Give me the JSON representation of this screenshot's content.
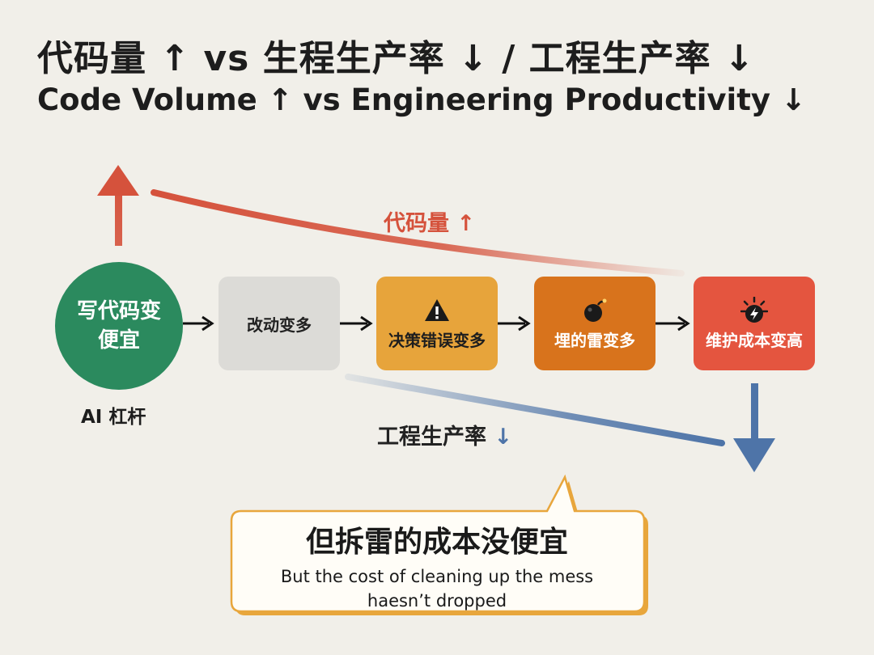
{
  "title": {
    "zh": "代码量 ↑ vs 生程生产率 ↓ / 工程生产率 ↓",
    "en": "Code Volume ↑ vs Engineering Productivity ↓"
  },
  "source": {
    "label": "写代码变便宜",
    "caption": "AI 杠杆"
  },
  "steps": [
    {
      "label": "改动变多",
      "icon": "",
      "color": "#dcdbd7"
    },
    {
      "label": "决策错误变多",
      "icon": "warning-icon",
      "color": "#e7a43b"
    },
    {
      "label": "埋的雷变多",
      "icon": "bomb-icon",
      "color": "#d8731c"
    },
    {
      "label": "维护成本变高",
      "icon": "explosion-icon",
      "color": "#e4553f"
    }
  ],
  "trends": {
    "code_volume": "代码量 ↑",
    "productivity_text": "工程生产率",
    "productivity_arrow": "↓"
  },
  "callout": {
    "zh": "但拆雷的成本没便宜",
    "en_line1": "But the cost of cleaning up the mess",
    "en_line2": "haesn’t dropped"
  },
  "colors": {
    "background": "#f1efe9",
    "green": "#2b8a5e",
    "red": "#d5523c",
    "blue": "#4e74a8",
    "callout_border": "#e8a63c"
  }
}
